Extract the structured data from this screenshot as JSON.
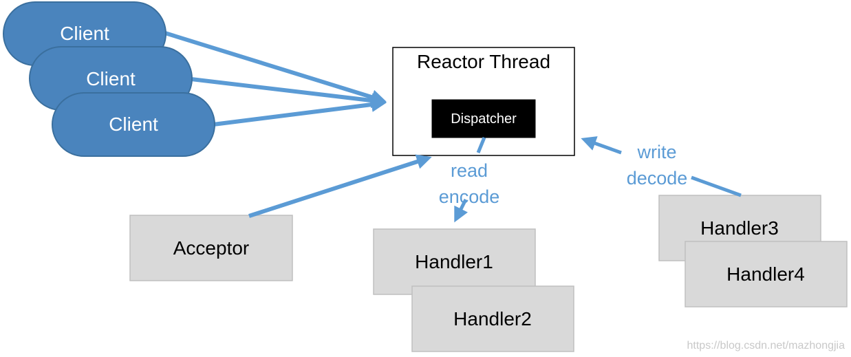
{
  "diagram": {
    "clients": [
      {
        "label": "Client"
      },
      {
        "label": "Client"
      },
      {
        "label": "Client"
      }
    ],
    "reactor": {
      "title": "Reactor Thread",
      "dispatcher": "Dispatcher"
    },
    "acceptor": "Acceptor",
    "handlers": [
      "Handler1",
      "Handler2",
      "Handler3",
      "Handler4"
    ],
    "edges": {
      "read_line1": "read",
      "read_line2": "encode",
      "write_line1": "write",
      "write_line2": "decode"
    },
    "watermark": "https://blog.csdn.net/mazhongjia"
  },
  "colors": {
    "client_fill": "#4a84bd",
    "client_stroke": "#3a6f9e",
    "arrow": "#5b9bd5",
    "handler_fill": "#d9d9d9",
    "handler_stroke": "#bfbfbf",
    "dispatcher_fill": "#000000",
    "edge_text": "#5b9bd5"
  }
}
